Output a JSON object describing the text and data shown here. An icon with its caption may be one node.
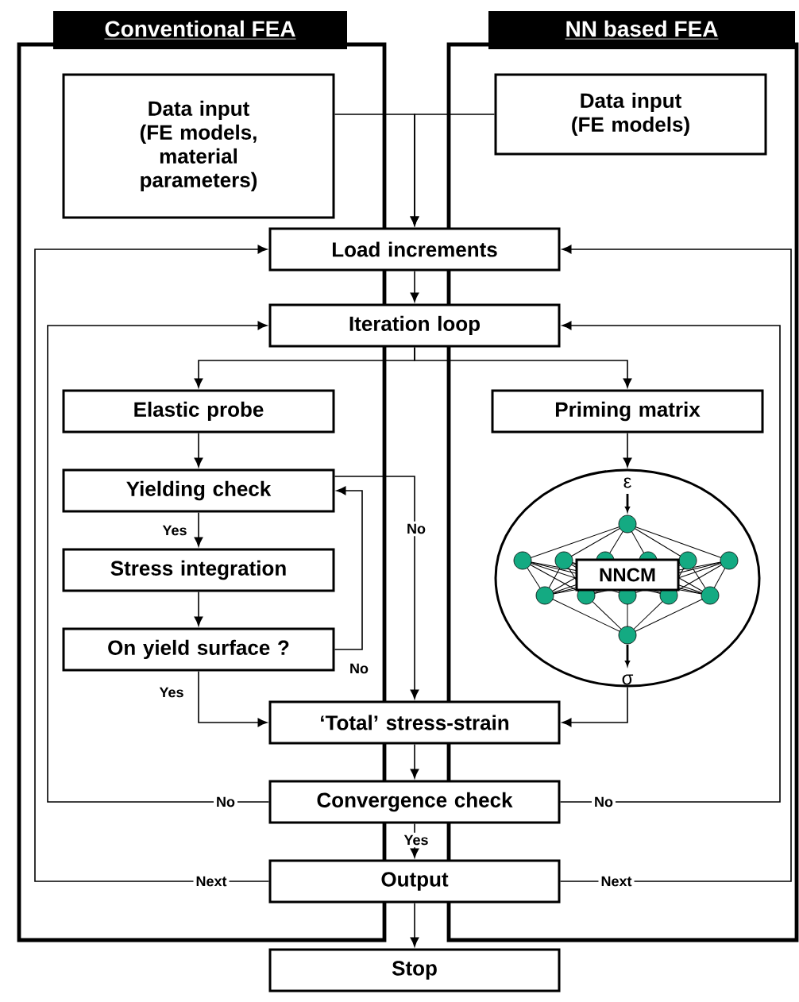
{
  "diagram": {
    "nodes": [
      {
        "text": [
          "Conventional FEA"
        ]
      },
      {
        "text": [
          "NN based FEA"
        ]
      },
      {
        "text": [
          "Data input (FE models, material parameters)"
        ],
        "in": 0
      },
      {
        "text": [
          "Data input (FE models)"
        ],
        "in": 1
      },
      {
        "text": [
          "Load increments"
        ]
      },
      {
        "text": [
          "Iteration loop"
        ]
      },
      {
        "text": [
          "Elastic probe"
        ],
        "in": 0
      },
      {
        "text": [
          "Yielding check"
        ],
        "in": 0
      },
      {
        "text": [
          "Stress integration"
        ],
        "in": 0
      },
      {
        "text": [
          "On yield surface ?"
        ],
        "in": 0
      },
      {
        "text": [
          "Priming matrix"
        ],
        "in": 1
      },
      {
        "text": [
          "ε",
          "σ"
        ],
        "in": 1
      },
      {
        "text": [
          "NNCM"
        ],
        "in": 11
      },
      {
        "text": [
          "‘Total’ stress-strain"
        ]
      },
      {
        "text": [
          "Convergence check"
        ]
      },
      {
        "text": [
          "Output"
        ]
      },
      {
        "text": [
          "Stop"
        ]
      }
    ],
    "edges": [
      {
        "from": 2,
        "to": 4,
        "arrow": "to"
      },
      {
        "from": 3,
        "to": 4,
        "arrow": "to"
      },
      {
        "from": 4,
        "to": 5,
        "arrow": "to"
      },
      {
        "from": 5,
        "to": 6,
        "arrow": "to"
      },
      {
        "from": 5,
        "to": 10,
        "arrow": "to"
      },
      {
        "from": 6,
        "to": 7,
        "arrow": "to"
      },
      {
        "from": 7,
        "to": 8,
        "arrow": "to",
        "label": "Yes"
      },
      {
        "from": 8,
        "to": 9,
        "arrow": "to"
      },
      {
        "from": 9,
        "to": 7,
        "arrow": "to",
        "label": "No"
      },
      {
        "from": 9,
        "to": 13,
        "arrow": "to",
        "label": "Yes"
      },
      {
        "from": 7,
        "to": 13,
        "arrow": "to",
        "label": "No"
      },
      {
        "from": 10,
        "to": 11,
        "arrow": "to"
      },
      {
        "from": 11,
        "to": 13,
        "arrow": "to"
      },
      {
        "from": 13,
        "to": 14,
        "arrow": "to"
      },
      {
        "from": 14,
        "to": 5,
        "arrow": "to",
        "label": "No"
      },
      {
        "from": 14,
        "to": 5,
        "arrow": "to",
        "label": "No"
      },
      {
        "from": 14,
        "to": 15,
        "arrow": "to",
        "label": "Yes"
      },
      {
        "from": 15,
        "to": 4,
        "arrow": "to",
        "label": "Next"
      },
      {
        "from": 15,
        "to": 4,
        "arrow": "to",
        "label": "Next"
      },
      {
        "from": 15,
        "to": 16,
        "arrow": "to"
      }
    ]
  }
}
